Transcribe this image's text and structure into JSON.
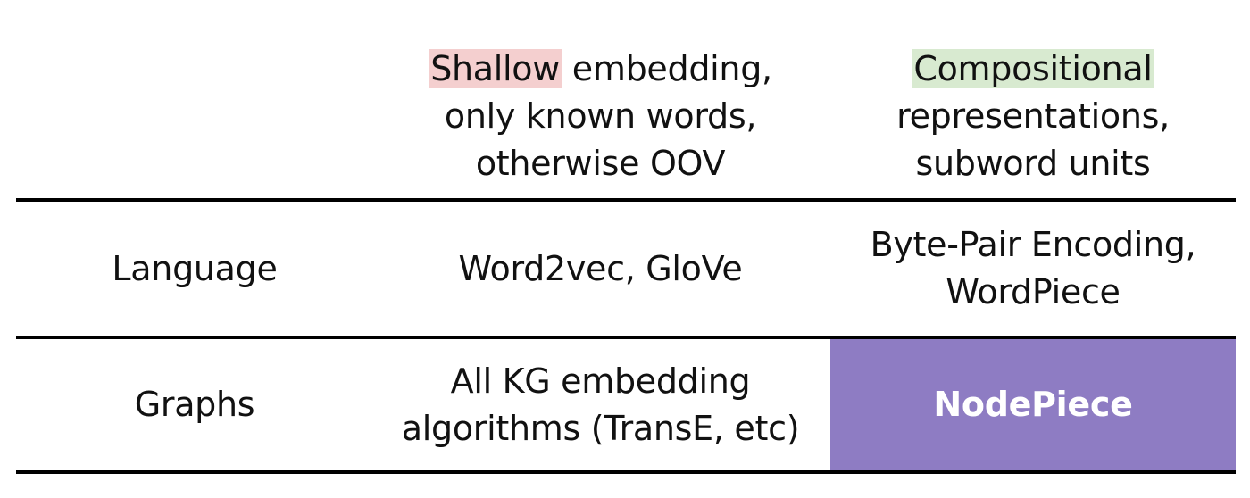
{
  "header": {
    "shallow": {
      "highlight": "Shallow",
      "line1_rest": " embedding,",
      "line2": "only known words,",
      "line3": "otherwise OOV",
      "highlight_color": "#f4cfcf"
    },
    "compositional": {
      "highlight": "Compositional",
      "line2": "representations,",
      "line3": "subword units",
      "highlight_color": "#d8ead0"
    }
  },
  "rows": [
    {
      "label": "Language",
      "shallow": "Word2vec, GloVe",
      "compositional_line1": "Byte-Pair Encoding,",
      "compositional_line2": "WordPiece"
    },
    {
      "label": "Graphs",
      "shallow_line1": "All KG embedding",
      "shallow_line2": "algorithms (TransE, etc)",
      "compositional": "NodePiece",
      "compositional_bg": "#8e7cc3"
    }
  ]
}
